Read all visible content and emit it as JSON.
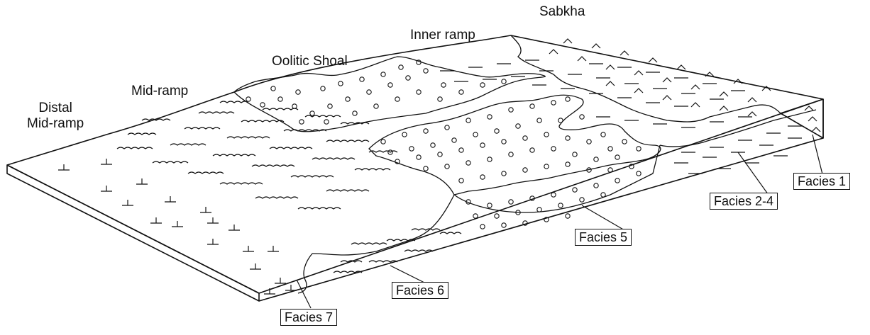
{
  "zones": {
    "distal_mid_ramp": "Distal\nMid-ramp",
    "mid_ramp": "Mid-ramp",
    "oolitic_shoal": "Oolitic Shoal",
    "inner_ramp": "Inner ramp",
    "sabkha": "Sabkha"
  },
  "facies": {
    "f1": "Facies 1",
    "f2_4": "Facies 2-4",
    "f5": "Facies 5",
    "f6": "Facies 6",
    "f7": "Facies 7"
  }
}
